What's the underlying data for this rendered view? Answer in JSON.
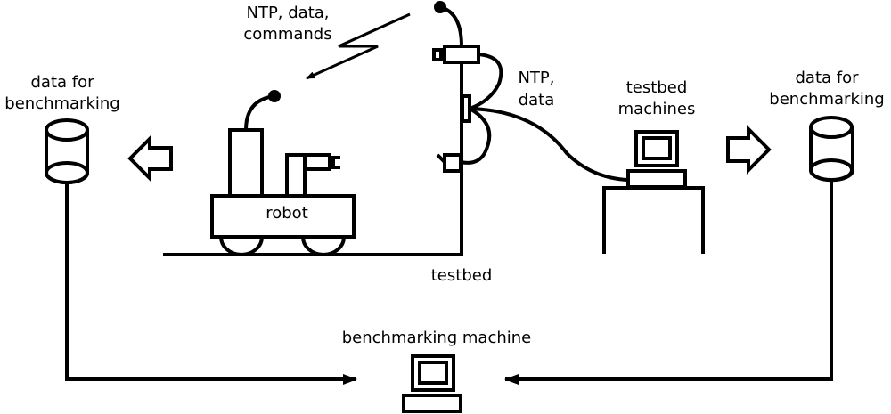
{
  "labels": {
    "wireless_comm": [
      "NTP, data,",
      "commands"
    ],
    "wired_comm": [
      "NTP,",
      "data"
    ],
    "testbed_machines": [
      "testbed",
      "machines"
    ],
    "data_left": [
      "data for",
      "benchmarking"
    ],
    "data_right": [
      "data for",
      "benchmarking"
    ],
    "robot": "robot",
    "testbed": "testbed",
    "benchmarking_machine": "benchmarking machine"
  },
  "icons": {
    "left_database": "database-icon",
    "right_database": "database-icon",
    "robot": "robot-icon",
    "testbed_computer": "computer-icon",
    "benchmarking_computer": "computer-icon",
    "wireless_link": "lightning-arrow-icon"
  },
  "colors": {
    "stroke": "#000000",
    "background": "#ffffff"
  }
}
